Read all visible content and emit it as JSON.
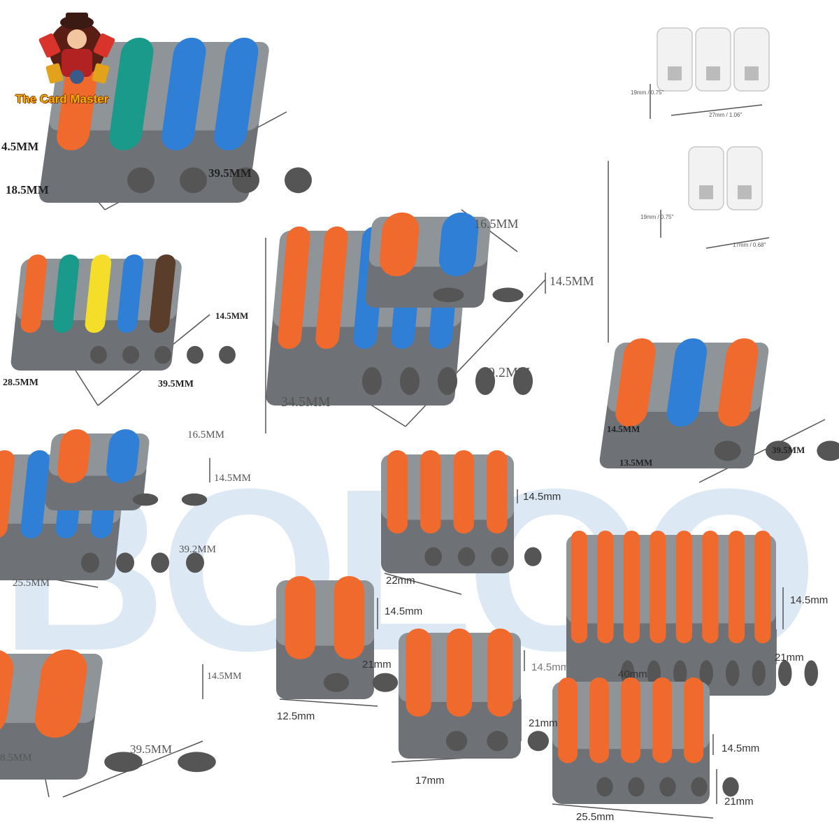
{
  "brand": {
    "name": "The Card Master"
  },
  "watermark": "BOLOO",
  "colors": {
    "housing": "#8f9498",
    "housing_dark": "#6e7276",
    "orange": "#f06a2e",
    "blue": "#2f7fd6",
    "green": "#1a9a8a",
    "yellow": "#f4de2a",
    "brown": "#5a3d2b"
  },
  "labels": {
    "a1": "4.5MM",
    "a2": "18.5MM",
    "a3": "39.5MM",
    "b1": "14.5MM",
    "b2": "28.5MM",
    "b3": "39.5MM",
    "c1": "16.5MM",
    "c2": "14.5MM",
    "c3": "39.2MM",
    "c4": "34.5MM",
    "d1": "14.5MM",
    "d2": "13.5MM",
    "d3": "39.5MM",
    "e1": "16.5MM",
    "e2": "14.5MM",
    "e3": "39.2MM",
    "e4": "25.5MM",
    "f1": "14.5MM",
    "f2": "8.5MM",
    "f3": "39.5MM",
    "g1": "14.5mm",
    "g2": "22mm",
    "h1": "14.5mm",
    "h2": "21mm",
    "h3": "12.5mm",
    "i1": "14.5mm",
    "i2": "21mm",
    "i3": "17mm",
    "j1": "14.5mm",
    "j2": "21mm",
    "j3": "40mm",
    "k1": "14.5mm",
    "k2": "21mm",
    "k3": "25.5mm",
    "w1": "19mm / 0.75\"",
    "w2": "27mm / 1.06\"",
    "w3": "19mm / 0.75\"",
    "w4": "17mm / 0.68\""
  }
}
